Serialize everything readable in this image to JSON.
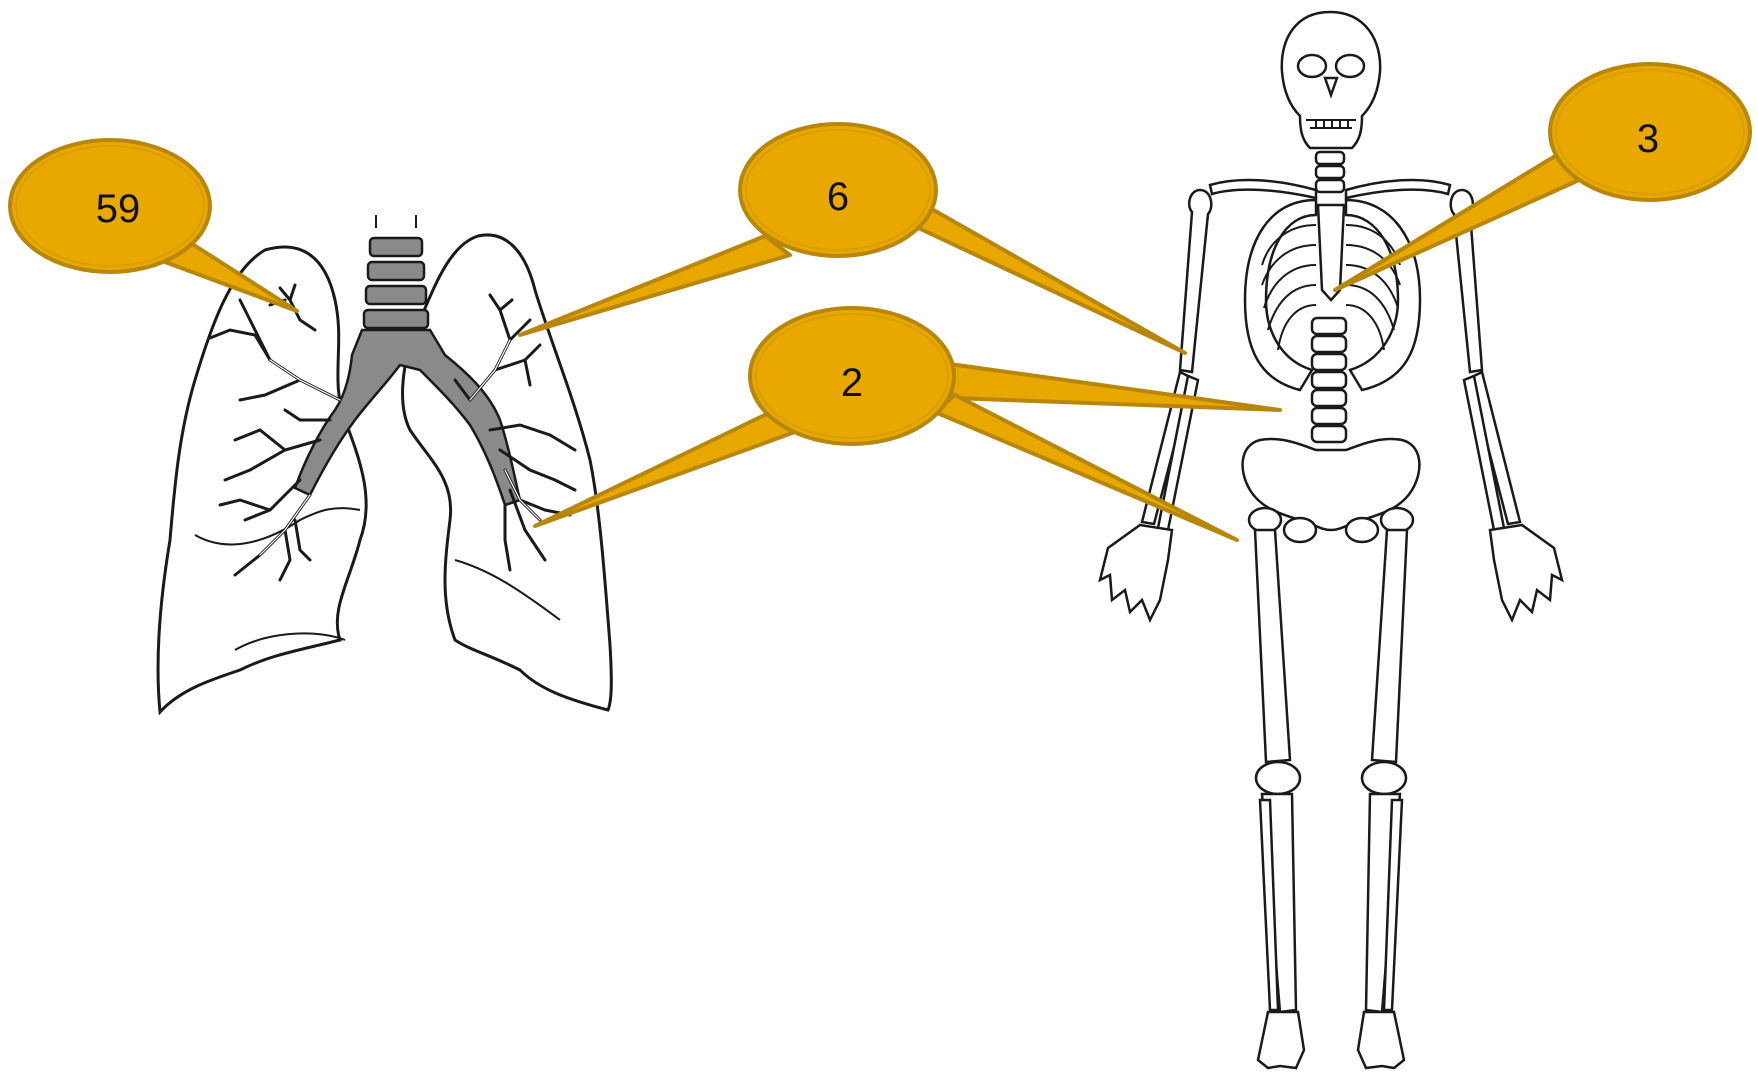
{
  "diagram": {
    "images": [
      {
        "name": "lungs",
        "icon": "lungs-illustration"
      },
      {
        "name": "skeleton",
        "icon": "skeleton-illustration"
      }
    ],
    "callouts": [
      {
        "id": "callout-59",
        "label": "59"
      },
      {
        "id": "callout-6",
        "label": "6"
      },
      {
        "id": "callout-2",
        "label": "2"
      },
      {
        "id": "callout-3",
        "label": "3"
      }
    ],
    "colors": {
      "callout_fill": "#E8A800",
      "callout_stroke": "#B8860B",
      "airway_gray": "#8a8a8a",
      "line": "#1a1a1a"
    }
  }
}
